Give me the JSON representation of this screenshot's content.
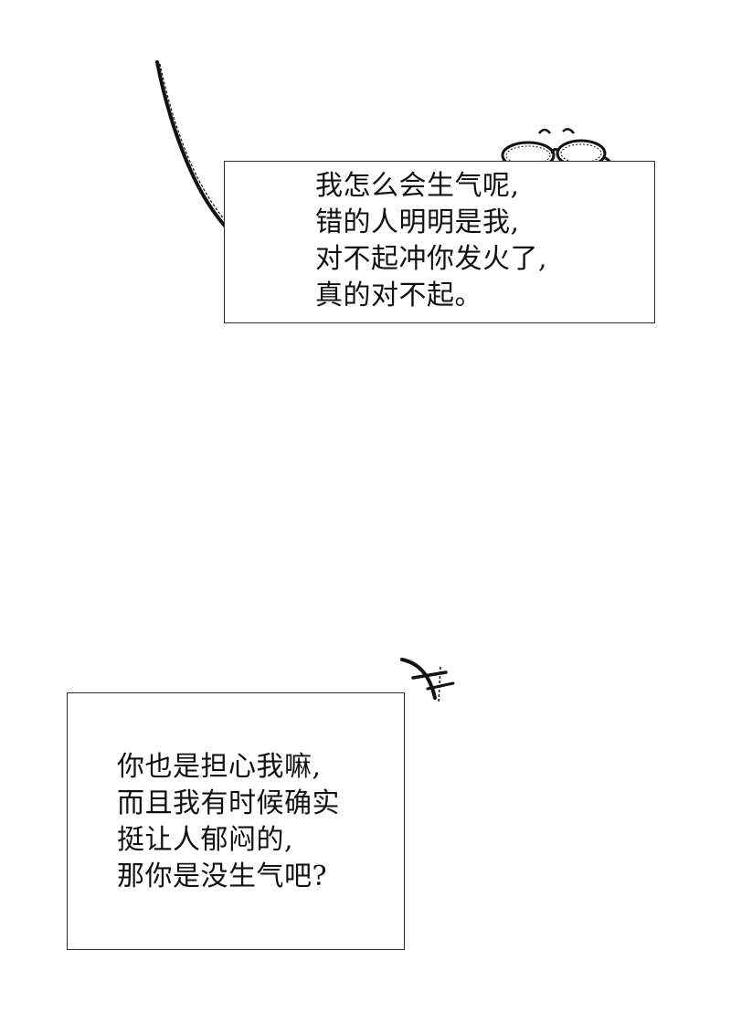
{
  "captions": {
    "top": {
      "lines": [
        "我怎么会生气呢,",
        "错的人明明是我,",
        "对不起冲你发火了,",
        "真的对不起。"
      ]
    },
    "bottom": {
      "lines": [
        "你也是担心我嘛,",
        "而且我有时候确实",
        "挺让人郁闷的,",
        "那你是没生气吧?"
      ]
    }
  },
  "decorations": {
    "stroke_color": "#111111",
    "icons": [
      "hair-strand-line",
      "glasses-sketch",
      "anger-mark-sketch"
    ]
  }
}
